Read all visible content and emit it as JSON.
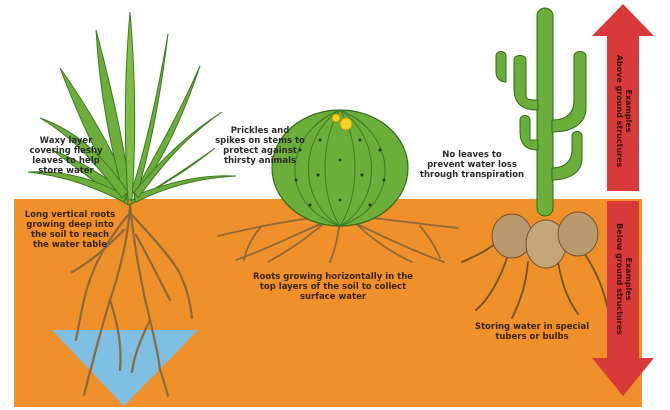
{
  "labels": {
    "waxy_layer": "Waxy layer\ncovering fleshy\nleaves to help\nstore water",
    "prickles": "Prickles and\nspikes on stems to\nprotect against\nthirsty animals",
    "no_leaves": "No leaves to\nprevent water loss\nthrough transpiration",
    "long_roots": "Long vertical roots\ngrowing deep into\nthe soil to reach\nthe water table",
    "horizontal_roots": "Roots growing horizontally in the\ntop layers of the soil to collect\nsurface water",
    "storing_water": "Storing water in special\ntubers or bulbs"
  },
  "arrow": {
    "above_text": "Examples\nAbove ground structures",
    "below_text": "Examples\nBelow ground structures"
  },
  "colors": {
    "soil": "#f0902a",
    "water": "#7fbfe3",
    "arrow": "#d83a3a",
    "plant_green": "#6cae3a",
    "root": "#8a6a3c"
  }
}
